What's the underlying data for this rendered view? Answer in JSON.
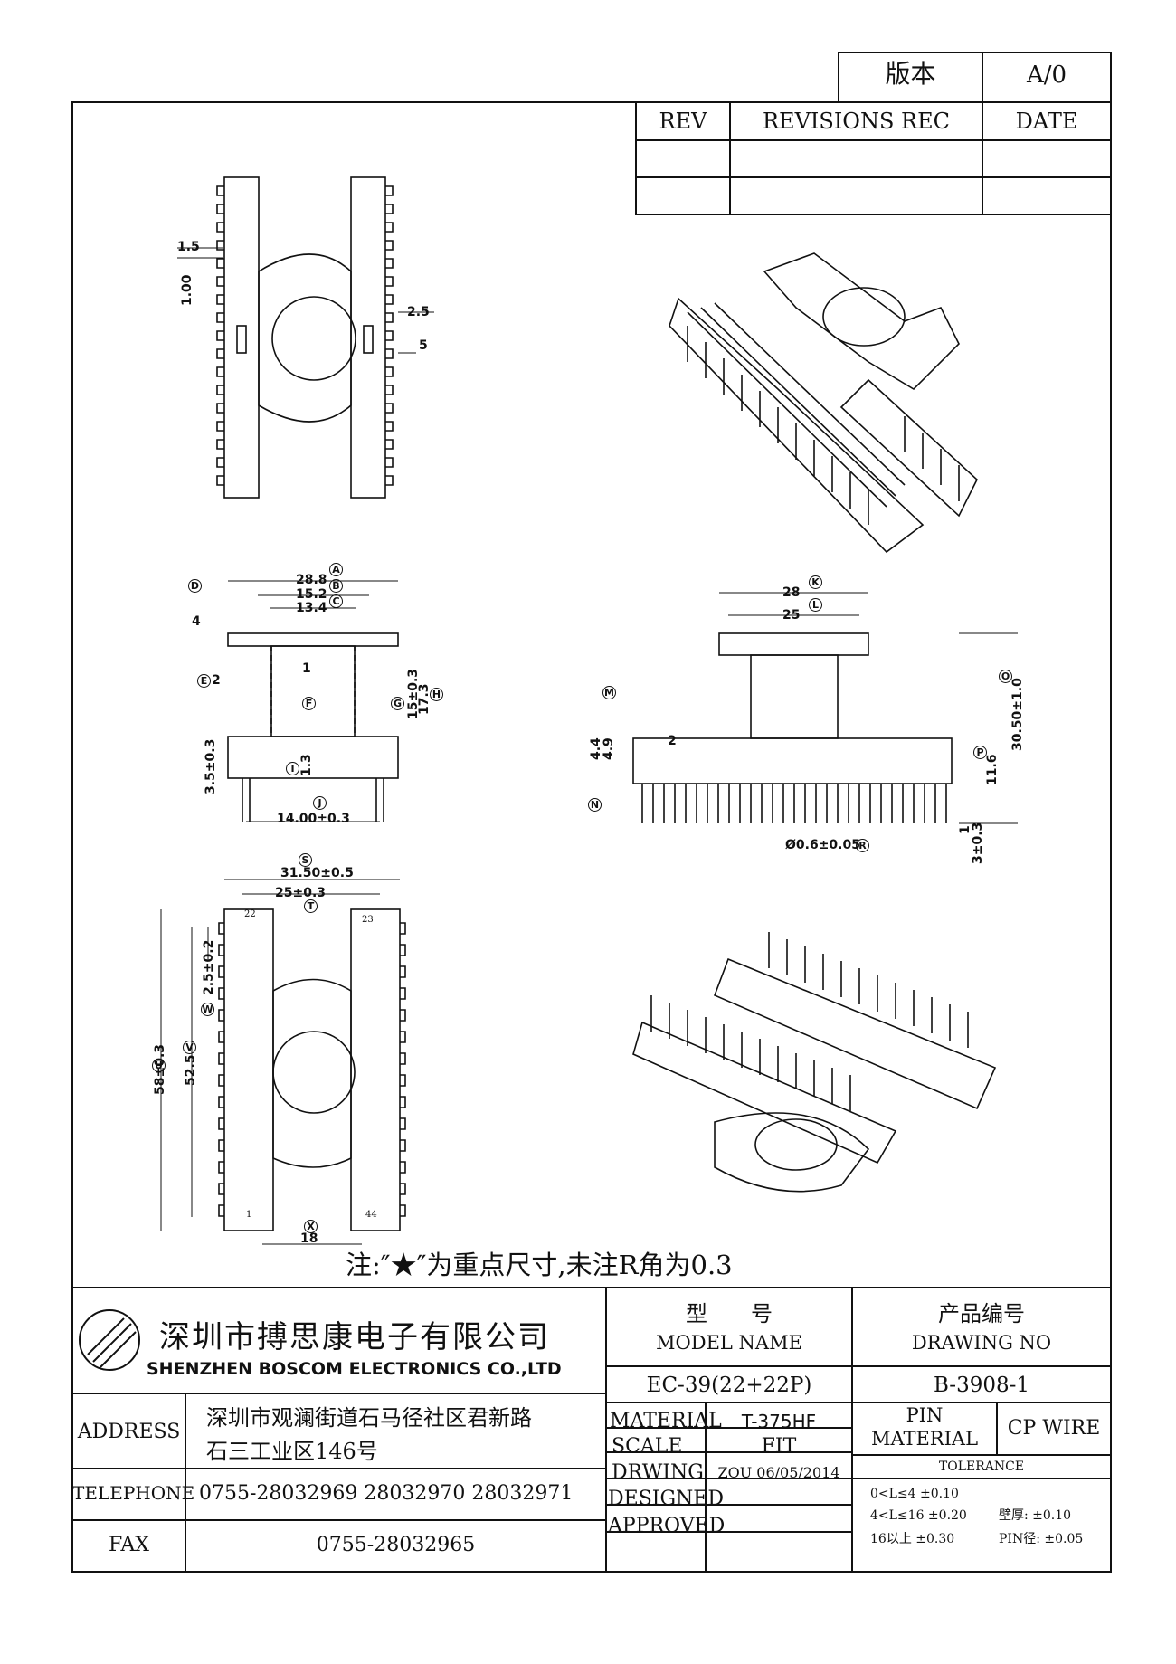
{
  "header": {
    "version_label": "版本",
    "version_value": "A/0",
    "rev_label": "REV",
    "revisions_label": "REVISIONS REC",
    "date_label": "DATE"
  },
  "dimensions": {
    "d1_5": "1.5",
    "d1_00": "1.00",
    "d2_5": "2.5",
    "d5": "5",
    "d28_8": "28.8",
    "d15_2": "15.2",
    "d13_4": "13.4",
    "d4": "4",
    "d2": "2",
    "d1": "1",
    "d15": "15±0.3",
    "d17_3": "17.3",
    "d3_5": "3.5±0.3",
    "d1_3": "1.3",
    "d14": "14.00±0.3",
    "d28": "28",
    "d25": "25",
    "d4_4": "4.4",
    "d4_9": "4.9",
    "d2b": "2",
    "d30_50": "30.50±1.0",
    "d11_6": "11.6",
    "d0_6": "Ø0.6±0.05",
    "d1b": "1",
    "d3": "3±0.3",
    "d31_50": "31.50±0.5",
    "d25b": "25±0.3",
    "d2_5b": "2.5±0.2",
    "d52_5": "52.5",
    "d58": "58±0.3",
    "d18": "18",
    "pin22": "22",
    "pin23": "23",
    "pin1": "1",
    "pin44": "44"
  },
  "markers": {
    "A": "A",
    "B": "B",
    "C": "C",
    "D": "D",
    "E": "E",
    "F": "F",
    "G": "G",
    "H": "H",
    "I": "I",
    "J": "J",
    "K": "K",
    "L": "L",
    "M": "M",
    "N": "N",
    "O": "O",
    "P": "P",
    "R": "R",
    "S": "S",
    "T": "T",
    "U": "U",
    "V": "V",
    "W": "W",
    "X": "X"
  },
  "note": "注:″★″为重点尺寸,未注R角为0.3",
  "company": {
    "name_cn": "深圳市搏思康电子有限公司",
    "name_en": "SHENZHEN BOSCOM ELECTRONICS CO.,LTD",
    "address_label": "ADDRESS",
    "address_line1": "深圳市观澜街道石马径社区君新路",
    "address_line2": "石三工业区146号",
    "telephone_label": "TELEPHONE",
    "telephone": "0755-28032969 28032970 28032971",
    "fax_label": "FAX",
    "fax": "0755-28032965"
  },
  "title_block": {
    "model_cn": "型　　号",
    "model_label": "MODEL NAME",
    "model_value": "EC-39(22+22P)",
    "drawing_cn": "产品编号",
    "drawing_label": "DRAWING NO",
    "drawing_value": "B-3908-1",
    "material_label": "MATERIAL",
    "material_value": "T-375HF",
    "scale_label": "SCALE",
    "scale_value": "FIT",
    "drawing_by_label": "DRWING",
    "drawing_by_value": "ZOU 06/05/2014",
    "designed_label": "DESIGNED",
    "approved_label": "APPROVED",
    "pin_label": "PIN",
    "pin_material_label": "MATERIAL",
    "pin_material_value": "CP WIRE",
    "tolerance_label": "TOLERANCE",
    "tol1": "0<L≤4 ±0.10",
    "tol2": "4<L≤16 ±0.20",
    "tol3": "16以上 ±0.30",
    "wall_label": "壁厚: ±0.10",
    "pin_dia_label": "PIN径: ±0.05"
  }
}
